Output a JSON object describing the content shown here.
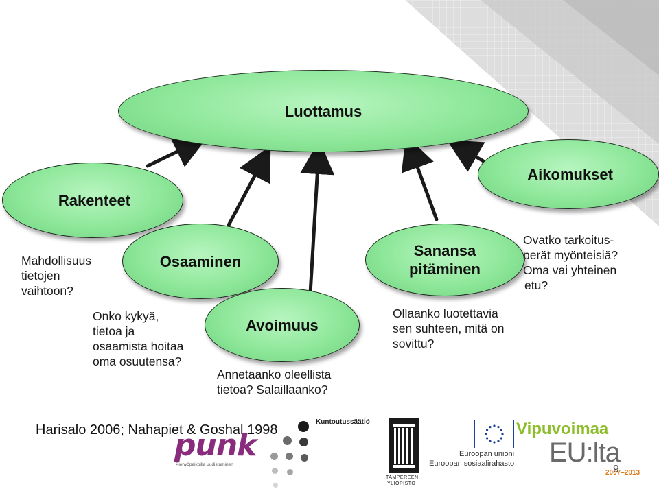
{
  "nodes": {
    "center": "Luottamus",
    "rakenteet": "Rakenteet",
    "osaaminen": "Osaaminen",
    "avoimuus": "Avoimuus",
    "sanansa_line1": "Sanansa",
    "sanansa_line2": "pitäminen",
    "aikomukset": "Aikomukset"
  },
  "captions": {
    "rakenteet": [
      "Mahdollisuus",
      "tietojen",
      "vaihtoon?"
    ],
    "osaaminen": [
      "Onko kykyä,",
      "tietoa ja",
      "osaamista hoitaa",
      "oma osuutensa?"
    ],
    "avoimuus": [
      "Annetaanko oleellista",
      "tietoa? Salaillaanko?"
    ],
    "sanansa": [
      "Ollaanko luotettavia",
      "sen suhteen, mitä on",
      "sovittu?"
    ],
    "aikomukset": [
      "Ovatko tarkoitus-",
      "perät myönteisiä?",
      "Oma vai yhteinen",
      "etu?"
    ]
  },
  "citation": "Harisalo 2006; Nahapiet & Goshal 1998",
  "page_number": "9",
  "logos": {
    "punk_word": "punk",
    "punk_tagline": "Pienyöpaikoilla uudistuminen",
    "kuntoutussaatio": "Kuntoutussäätiö",
    "tampere_line1": "TAMPEREEN",
    "tampere_line2": "YLIOPISTO",
    "eu_line1": "Euroopan unioni",
    "eu_line2": "Euroopan sosiaalirahasto",
    "vipuvoimaa": "Vipuvoimaa",
    "eulta": "EU:lta",
    "years": "2007–2013"
  },
  "colors": {
    "oval_fill": "#8ee79a",
    "oval_border": "#1f2a1f",
    "arrow": "#1a1a1a",
    "punk_purple": "#8a2c7e",
    "eu_blue": "#1f3f99",
    "vipuvoimaa_green": "#8dbd2a",
    "years_orange": "#e07b1a"
  }
}
